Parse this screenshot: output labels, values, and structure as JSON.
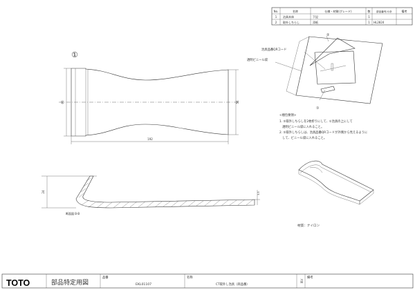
{
  "parts_table": {
    "headers": [
      "No.",
      "名称",
      "仕様・材質(グレード)",
      "数",
      "部品番号/小計",
      "備考"
    ],
    "rows": [
      [
        "1",
        "治具本体",
        "下記",
        "1",
        "",
        ""
      ],
      [
        "2",
        "取外しちらし",
        "添紙",
        "1",
        "HL2824",
        ""
      ]
    ]
  },
  "callouts": {
    "view_number": "①",
    "label_1": "①",
    "label_2": "②",
    "qr_label": "治具品番QRコード",
    "bag_label": "透明ビニール袋"
  },
  "dimensions": {
    "length": "192",
    "left_dia": "60",
    "right_dia": "56",
    "side_height": "24",
    "side_thickness": "3.5"
  },
  "section_label": "断面図 B-B",
  "notes": {
    "title": "<梱包要領>",
    "lines": [
      "1. ②取外しちらしを2枚折りにして、①治具の上にして",
      "   透明ビニール袋に入れること。",
      "2. ②取外しちらしは、治具品番QRコードが外側から見えるように",
      "   して、ビニール袋に入れること。"
    ]
  },
  "material": "材質：ナイロン",
  "title_block": {
    "brand": "TOTO",
    "drawing_type": "部品特定用図",
    "number_label": "品番",
    "number_value": "EKL01107",
    "name_label": "名称",
    "name_value": "CT取外し治具（商品番）",
    "scale_label": "尺度",
    "remarks_label": "備考"
  }
}
